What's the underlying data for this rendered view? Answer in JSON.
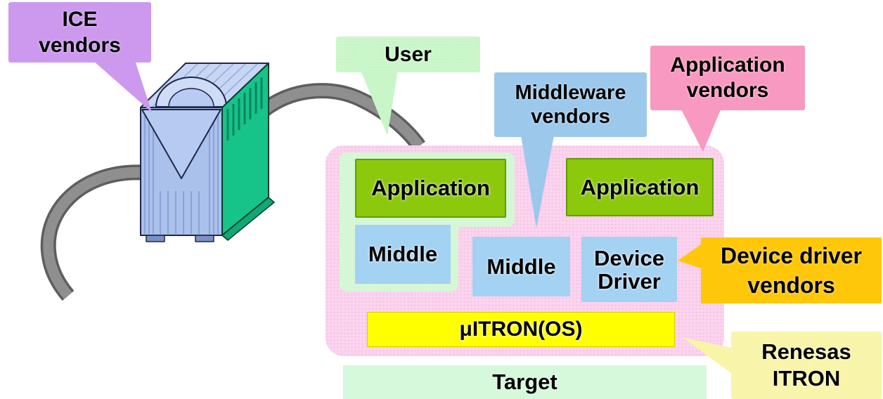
{
  "bubbles": {
    "ice": {
      "line1": "ICE",
      "line2": "vendors",
      "color": "#cc99ee"
    },
    "user": {
      "label": "User",
      "color": "#c8f6c8"
    },
    "middleware": {
      "line1": "Middleware",
      "line2": "vendors",
      "color": "#9cc8ec"
    },
    "application": {
      "line1": "Application",
      "line2": "vendors",
      "color": "#f899c1"
    },
    "device_driver": {
      "line1": "Device driver",
      "line2": "vendors",
      "color": "#ffc70a"
    },
    "renesas": {
      "line1": "Renesas",
      "line2": "ITRON",
      "color": "#f8f4a8"
    }
  },
  "stack": {
    "panel_color": "#fbd4ee",
    "group_color": "#d4f6d4",
    "green_box_color": "#8cc80c",
    "blue_box_color": "#a3d2f2",
    "application_left": "Application",
    "application_right": "Application",
    "middle_left": "Middle",
    "middle_center": "Middle",
    "device_driver_line1": "Device",
    "device_driver_line2": "Driver",
    "os_label": "μITRON(OS)",
    "os_color": "#ffff00"
  },
  "target": {
    "label": "Target",
    "color": "#d4f8da"
  },
  "illustrations": {
    "ice_emulator": "ice-emulator-3d-tower",
    "cable": "gray-probe-cable",
    "emulator_body_color": "#aac1ec",
    "emulator_side_color": "#16c389",
    "cable_color": "#8f8f8f"
  }
}
